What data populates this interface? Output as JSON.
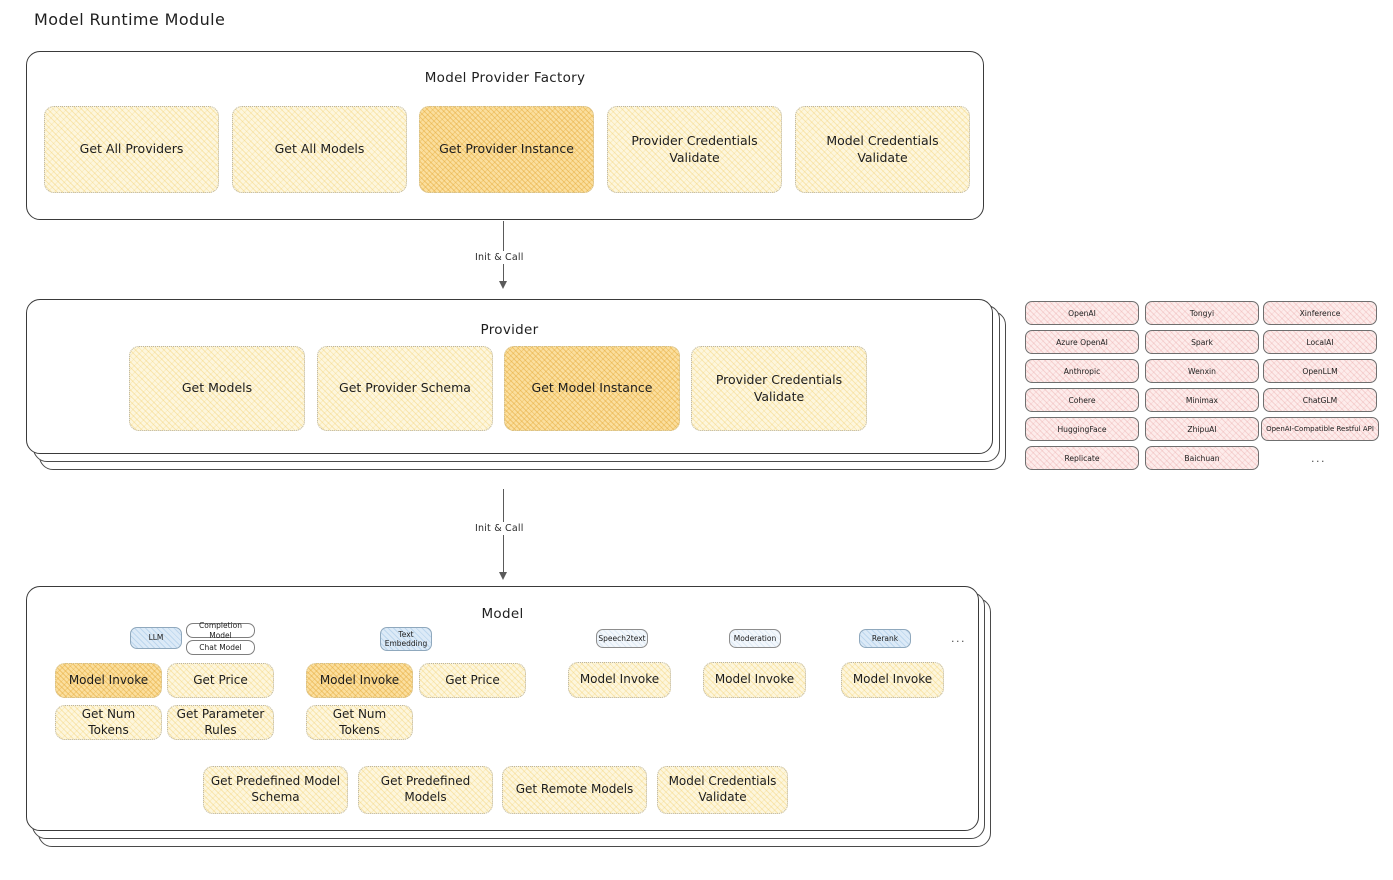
{
  "page": {
    "title": "Model Runtime Module"
  },
  "factory": {
    "title": "Model Provider Factory",
    "methods": [
      {
        "label": "Get All Providers",
        "highlighted": false
      },
      {
        "label": "Get All Models",
        "highlighted": false
      },
      {
        "label": "Get Provider Instance",
        "highlighted": true
      },
      {
        "label": "Provider Credentials Validate",
        "highlighted": false
      },
      {
        "label": "Model Credentials Validate",
        "highlighted": false
      }
    ]
  },
  "arrows": [
    {
      "label": "Init & Call"
    },
    {
      "label": "Init & Call"
    }
  ],
  "provider": {
    "title": "Provider",
    "methods": [
      {
        "label": "Get Models",
        "highlighted": false
      },
      {
        "label": "Get Provider Schema",
        "highlighted": false
      },
      {
        "label": "Get Model Instance",
        "highlighted": true
      },
      {
        "label": "Provider Credentials Validate",
        "highlighted": false
      }
    ]
  },
  "provider_list": {
    "columns": [
      {
        "items": [
          "OpenAI",
          "Azure OpenAI",
          "Anthropic",
          "Cohere",
          "HuggingFace",
          "Replicate"
        ]
      },
      {
        "items": [
          "Tongyi",
          "Spark",
          "Wenxin",
          "Minimax",
          "ZhipuAI",
          "Baichuan"
        ]
      },
      {
        "items": [
          "Xinference",
          "LocalAI",
          "OpenLLM",
          "ChatGLM",
          "OpenAI-Compatible Restful API"
        ]
      }
    ],
    "more": "..."
  },
  "model": {
    "title": "Model",
    "more": "...",
    "types": [
      {
        "name": "LLM",
        "style": "blue",
        "subtypes": [
          "Completion Model",
          "Chat Model"
        ],
        "methods": [
          {
            "label": "Model Invoke",
            "highlighted": true
          },
          {
            "label": "Get Price",
            "highlighted": false
          },
          {
            "label": "Get Num Tokens",
            "highlighted": false
          },
          {
            "label": "Get Parameter Rules",
            "highlighted": false
          }
        ]
      },
      {
        "name": "Text Embedding",
        "style": "blue",
        "subtypes": [],
        "methods": [
          {
            "label": "Model Invoke",
            "highlighted": true
          },
          {
            "label": "Get Price",
            "highlighted": false
          },
          {
            "label": "Get Num Tokens",
            "highlighted": false
          }
        ]
      },
      {
        "name": "Speech2text",
        "style": "pale",
        "subtypes": [],
        "methods": [
          {
            "label": "Model Invoke",
            "highlighted": false
          }
        ]
      },
      {
        "name": "Moderation",
        "style": "pale",
        "subtypes": [],
        "methods": [
          {
            "label": "Model Invoke",
            "highlighted": false
          }
        ]
      },
      {
        "name": "Rerank",
        "style": "blue",
        "subtypes": [],
        "methods": [
          {
            "label": "Model Invoke",
            "highlighted": false
          }
        ]
      }
    ],
    "shared_methods": [
      {
        "label": "Get Predefined Model Schema"
      },
      {
        "label": "Get Predefined Models"
      },
      {
        "label": "Get Remote Models"
      },
      {
        "label": "Model Credentials Validate"
      }
    ]
  }
}
